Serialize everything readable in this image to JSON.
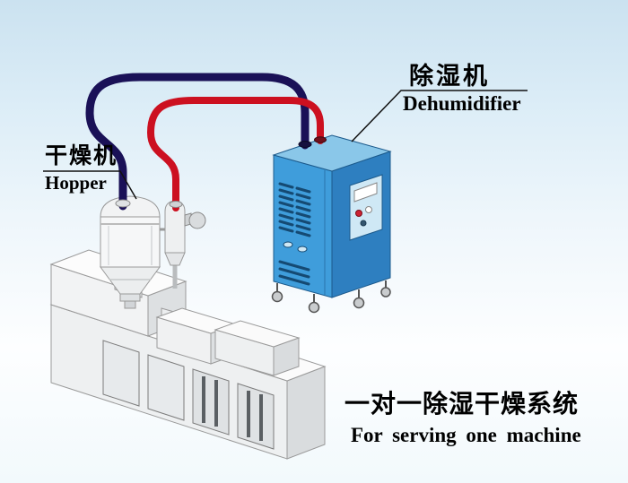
{
  "labels": {
    "dehumidifier_cn": "除湿机",
    "dehumidifier_en": "Dehumidifier",
    "hopper_cn": "干燥机",
    "hopper_en": "Hopper",
    "caption_cn": "一对一除湿干燥系统",
    "caption_en": "For serving one machine"
  },
  "colors": {
    "pipe_return_air": "#1a1157",
    "pipe_dry_air": "#cc1020",
    "cabinet_front": "#3f9ddb",
    "cabinet_side": "#2e7fc0",
    "cabinet_top": "#8ac7e9",
    "leader_line": "#111111"
  }
}
